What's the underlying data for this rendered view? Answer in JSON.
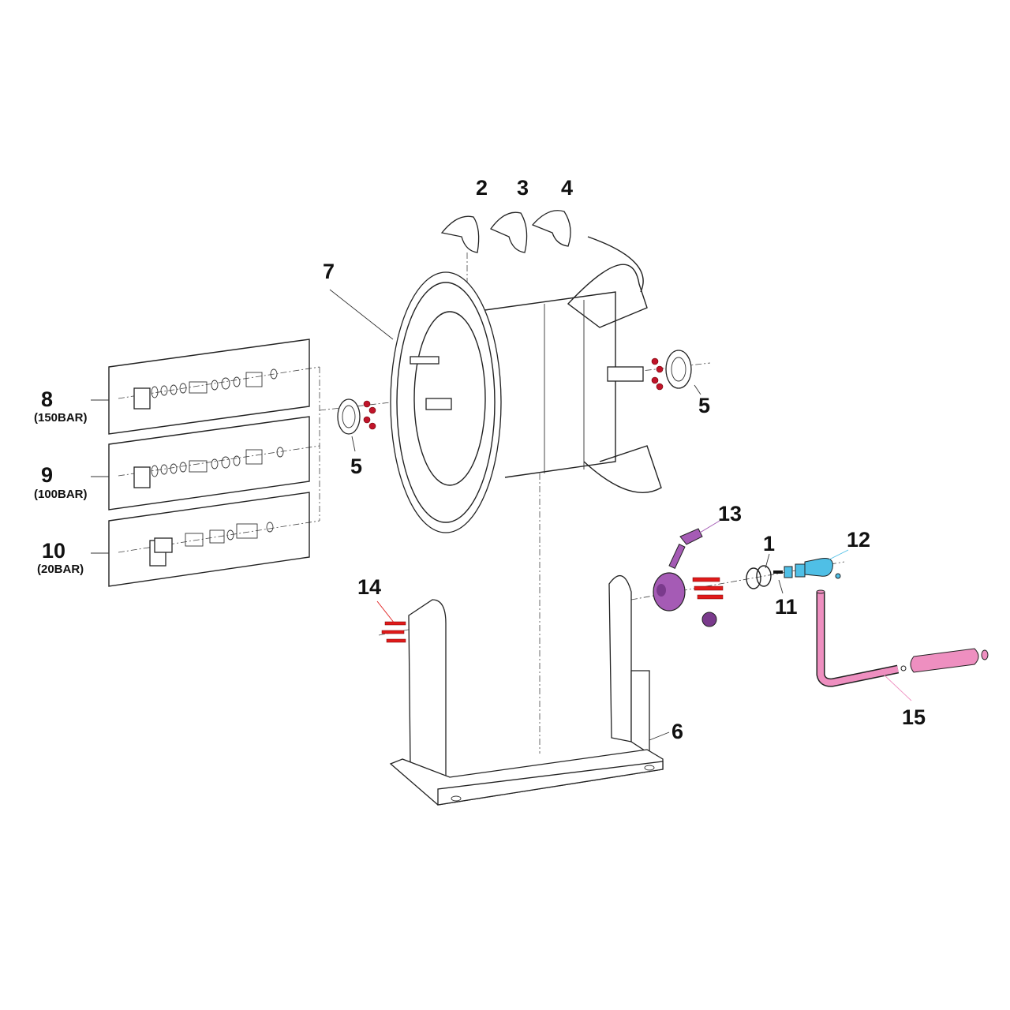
{
  "diagram": {
    "title": "Hose reel exploded parts view",
    "colors": {
      "screws": "#e01a1a",
      "hub": "#a55bb5",
      "swivel": "#4fbfe6",
      "crank": "#ee8fc0",
      "line": "#222222"
    },
    "callouts": [
      {
        "id": "c1",
        "label": "1"
      },
      {
        "id": "c2",
        "label": "2"
      },
      {
        "id": "c3",
        "label": "3"
      },
      {
        "id": "c4",
        "label": "4"
      },
      {
        "id": "c5a",
        "label": "5"
      },
      {
        "id": "c5b",
        "label": "5"
      },
      {
        "id": "c6",
        "label": "6"
      },
      {
        "id": "c7",
        "label": "7"
      },
      {
        "id": "c8",
        "label": "8",
        "sub": "(150BAR)"
      },
      {
        "id": "c9",
        "label": "9",
        "sub": "(100BAR)"
      },
      {
        "id": "c10",
        "label": "10",
        "sub": "(20BAR)"
      },
      {
        "id": "c11",
        "label": "11"
      },
      {
        "id": "c12",
        "label": "12"
      },
      {
        "id": "c13",
        "label": "13"
      },
      {
        "id": "c14",
        "label": "14"
      },
      {
        "id": "c15",
        "label": "15"
      }
    ]
  }
}
